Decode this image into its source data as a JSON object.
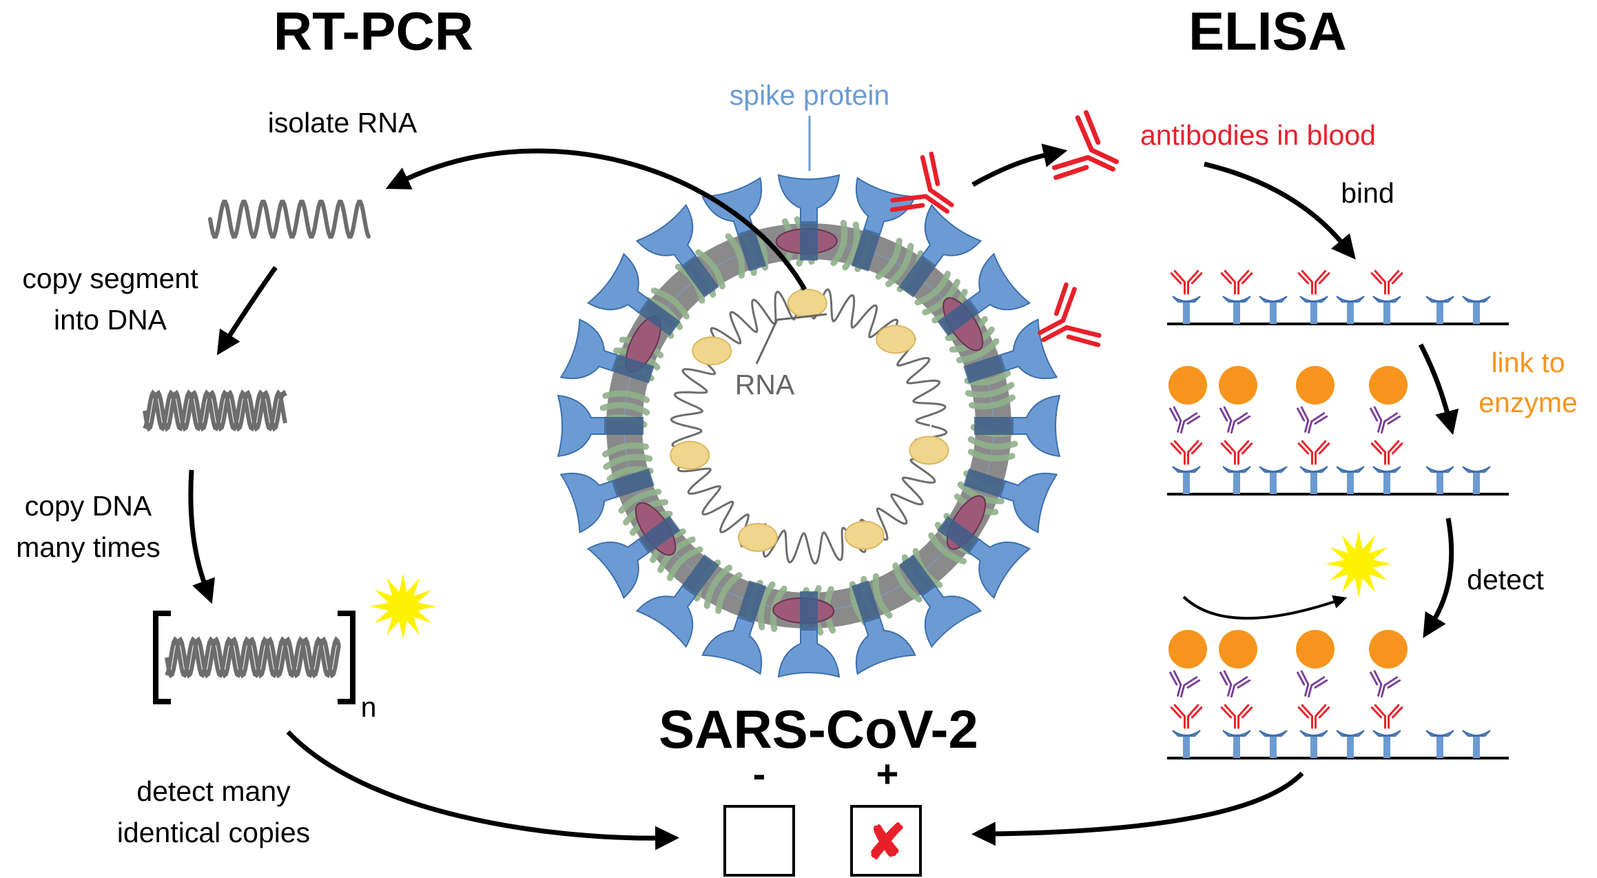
{
  "titles": {
    "left": "RT-PCR",
    "right": "ELISA",
    "center": "SARS-CoV-2"
  },
  "labels": {
    "spike": "spike protein",
    "rna": "RNA",
    "antibodies": "antibodies in blood",
    "isolate_rna": "isolate RNA",
    "copy_segment_1": "copy segment",
    "copy_segment_2": "into DNA",
    "copy_dna_1": "copy DNA",
    "copy_dna_2": "many times",
    "subscript_n": "n",
    "detect_many_1": "detect many",
    "detect_many_2": "identical copies",
    "bind": "bind",
    "link_1": "link to",
    "link_2": "enzyme",
    "detect": "detect"
  },
  "result_boxes": {
    "negative_symbol": "-",
    "positive_symbol": "+",
    "positive_mark": "✘"
  },
  "colors": {
    "spike": "#6b9bd2",
    "antibody": "#e8202a",
    "enzyme": "#f7941d",
    "linker": "#7b3f98",
    "nucleocapsid": "#f0d58c",
    "envelope": "#8fb08a",
    "membrane_protein": "#9c5a78",
    "nucleic_acid": "#6d6d6d",
    "star": "#fff200"
  }
}
